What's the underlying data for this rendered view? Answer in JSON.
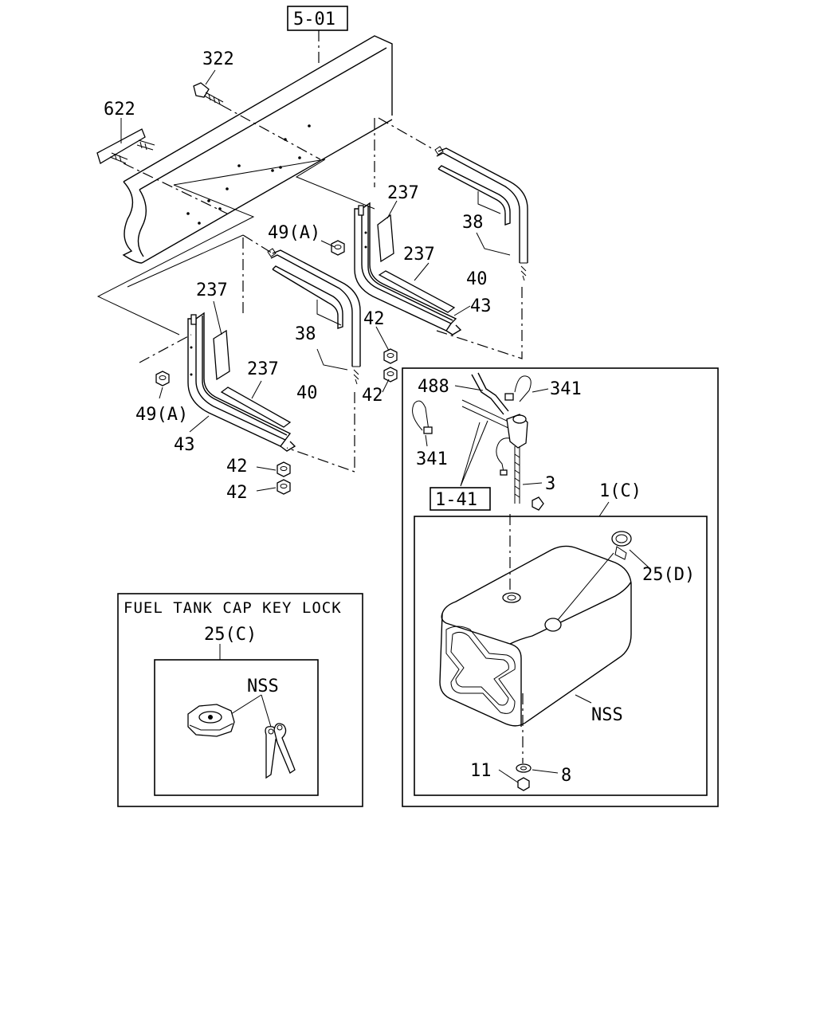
{
  "refs": {
    "ref_5_01": "5-01",
    "ref_1_41": "1-41"
  },
  "inset_left": {
    "title": "FUEL TANK CAP KEY LOCK",
    "part": "25(C)",
    "nss": "NSS"
  },
  "inset_right": {
    "tank_part": "1(C)",
    "nss": "NSS"
  },
  "labels": {
    "l322": "322",
    "l622": "622",
    "l237_upper_a": "237",
    "l237_upper_b": "237",
    "l237_lower_a": "237",
    "l237_lower_b": "237",
    "l38_right": "38",
    "l38_left": "38",
    "l40_right": "40",
    "l40_left": "40",
    "l49a_upper": "49(A)",
    "l49a_lower": "49(A)",
    "l43_right": "43",
    "l43_left": "43",
    "l42_a": "42",
    "l42_b": "42",
    "l42_c": "42",
    "l42_d": "42",
    "l488": "488",
    "l341_right": "341",
    "l341_left": "341",
    "l3": "3",
    "l25d": "25(D)",
    "l11": "11",
    "l8": "8"
  }
}
